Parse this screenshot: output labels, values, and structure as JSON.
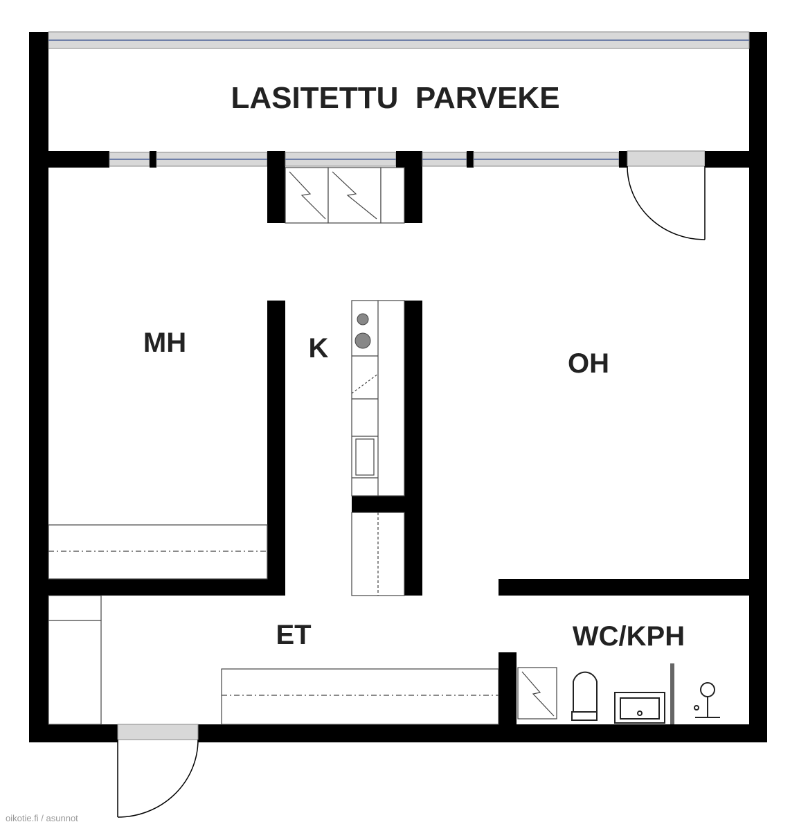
{
  "rooms": {
    "balcony": "LASITETTU  PARVEKE",
    "bedroom": "MH",
    "kitchen": "K",
    "living": "OH",
    "hall": "ET",
    "bathroom": "WC/KPH"
  },
  "credit": "oikotie.fi / asunnot",
  "colors": {
    "wall": "#000000",
    "glass": "#a9b6cc",
    "frame": "#d8d8d8"
  }
}
